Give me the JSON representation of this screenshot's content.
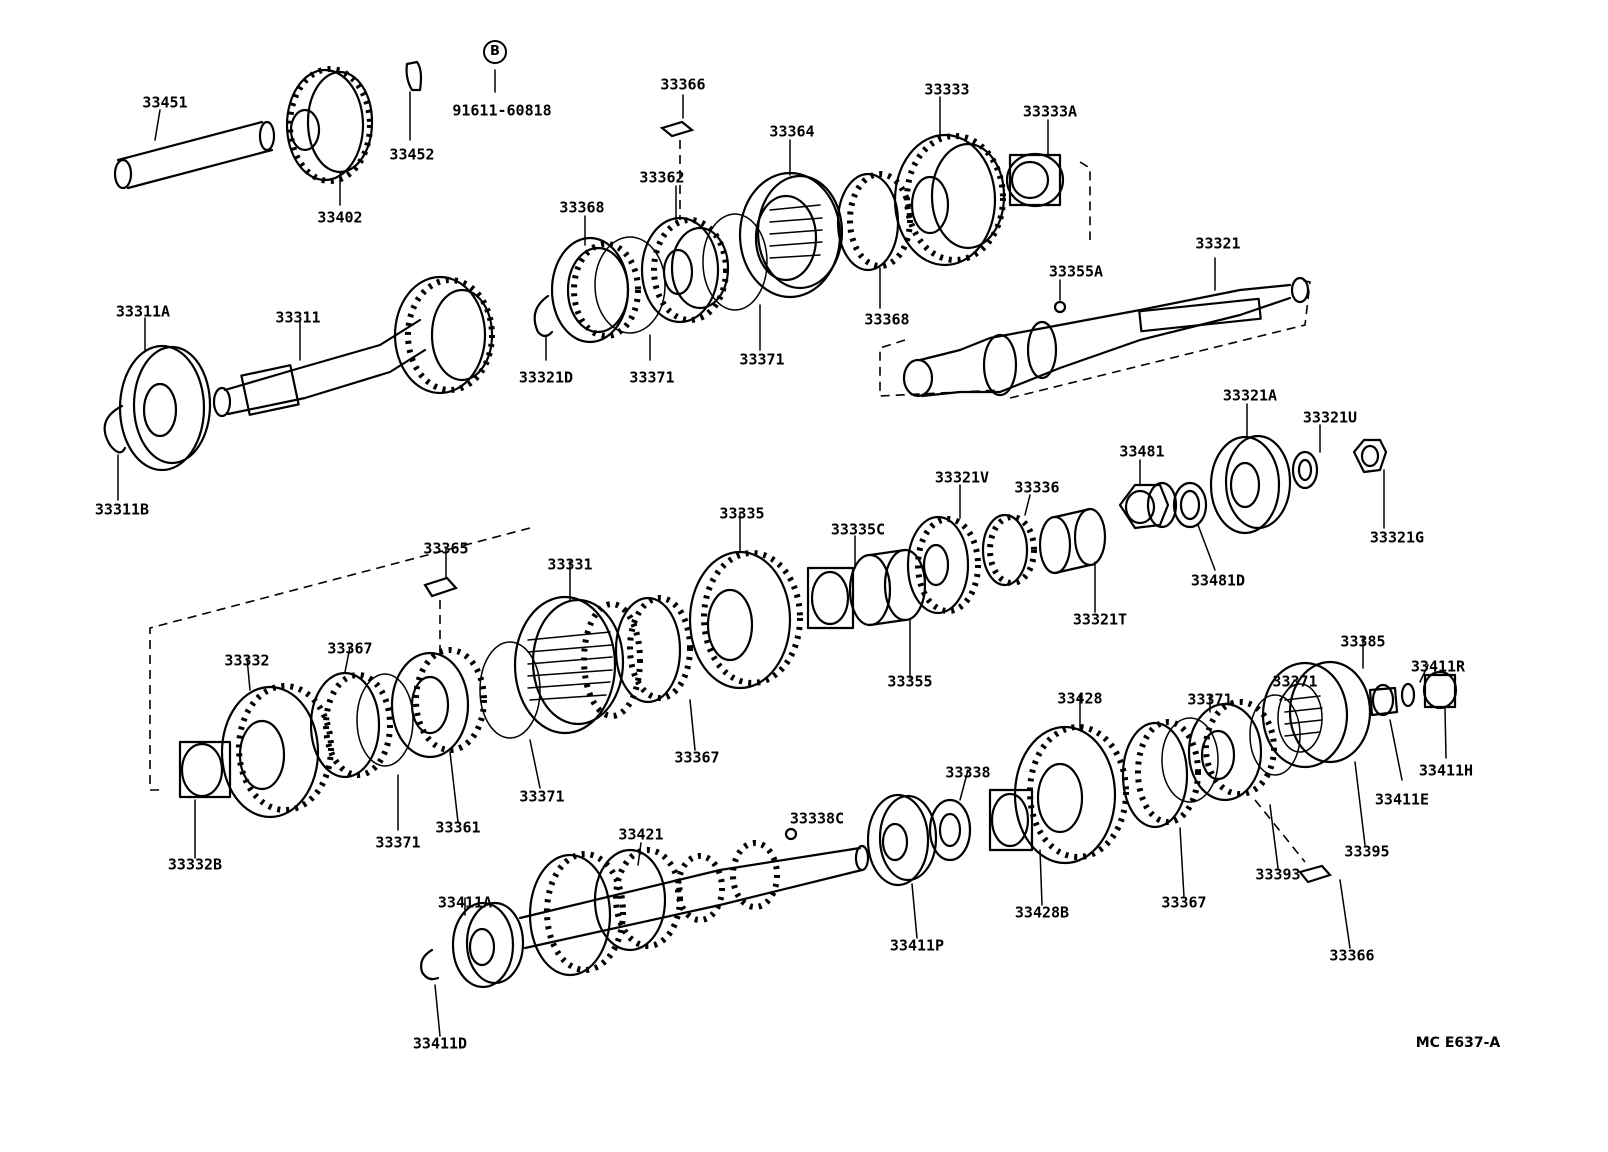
{
  "circled_marker": "B",
  "drawing_code": "MC E637-A",
  "labels": {
    "p33451": "33451",
    "p33402": "33402",
    "p33452": "33452",
    "p91611": "91611-60818",
    "p33366a": "33366",
    "p33333": "33333",
    "p33333A": "33333A",
    "p33364": "33364",
    "p33362": "33362",
    "p33368a": "33368",
    "p33321D": "33321D",
    "p33371a": "33371",
    "p33371b": "33371",
    "p33368b": "33368",
    "p33355A": "33355A",
    "p33321": "33321",
    "p33311A": "33311A",
    "p33311": "33311",
    "p33311B": "33311B",
    "p33481": "33481",
    "p33321A": "33321A",
    "p33321U": "33321U",
    "p33321G": "33321G",
    "p33481D": "33481D",
    "p33321V": "33321V",
    "p33336": "33336",
    "p33335": "33335",
    "p33335C": "33335C",
    "p33321T": "33321T",
    "p33365": "33365",
    "p33331": "33331",
    "p33355": "33355",
    "p33332": "33332",
    "p33367a": "33367",
    "p33367b": "33367",
    "p33371c": "33371",
    "p33361": "33361",
    "p33371d": "33371",
    "p33332B": "33332B",
    "p33385": "33385",
    "p33411R": "33411R",
    "p33428": "33428",
    "p33371e": "33371",
    "p33371f": "33371",
    "p33411H": "33411H",
    "p33411E": "33411E",
    "p33338": "33338",
    "p33338C": "33338C",
    "p33395": "33395",
    "p33393": "33393",
    "p33367c": "33367",
    "p33421": "33421",
    "p33411A": "33411A",
    "p33411P": "33411P",
    "p33428B": "33428B",
    "p33366b": "33366",
    "p33411D": "33411D"
  }
}
